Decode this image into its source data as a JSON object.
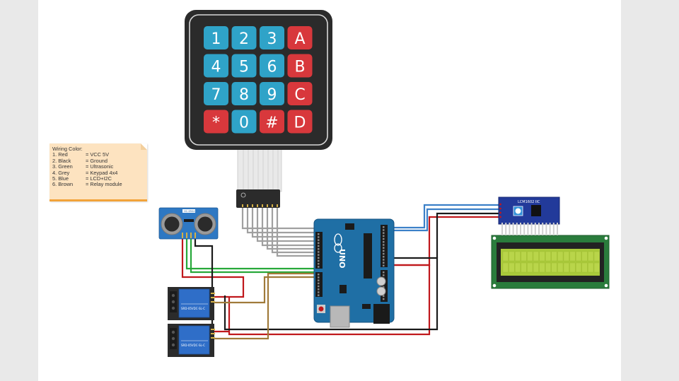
{
  "legend": {
    "title": "Wiring Color:",
    "items": [
      {
        "label": "1. Red",
        "meaning": "= VCC 5V"
      },
      {
        "label": "2. Black",
        "meaning": "= Ground"
      },
      {
        "label": "3. Green",
        "meaning": "= Ultrasonic"
      },
      {
        "label": "4. Grey",
        "meaning": "= Keypad 4x4"
      },
      {
        "label": "5. Blue",
        "meaning": "= LCD+I2C"
      },
      {
        "label": "6. Brown",
        "meaning": "= Relay module"
      }
    ]
  },
  "keypad": {
    "keys": [
      "1",
      "2",
      "3",
      "A",
      "4",
      "5",
      "6",
      "B",
      "7",
      "8",
      "9",
      "C",
      "*",
      "0",
      "#",
      "D"
    ]
  },
  "components": {
    "arduino_logo": "UNO",
    "i2c_label": "LCM1602 IIC",
    "sensor_label": "HC-SR04",
    "relay_label_1": "SRD-05VDC-SL-C",
    "relay_label_2": "SRD-05VDC-SL-C"
  },
  "colors": {
    "red": "#c0181c",
    "black": "#1a1a1a",
    "green": "#27a83a",
    "grey": "#9a9a9a",
    "blue": "#3b80c8",
    "brown": "#a07a3a",
    "board": "#1f6fa5",
    "lcd_screen": "#a9c93a",
    "lcd_pcb": "#2a7c3c",
    "keypad_body": "#2b2b2b",
    "key_blue": "#2fa3c8",
    "key_red": "#d8383c"
  }
}
